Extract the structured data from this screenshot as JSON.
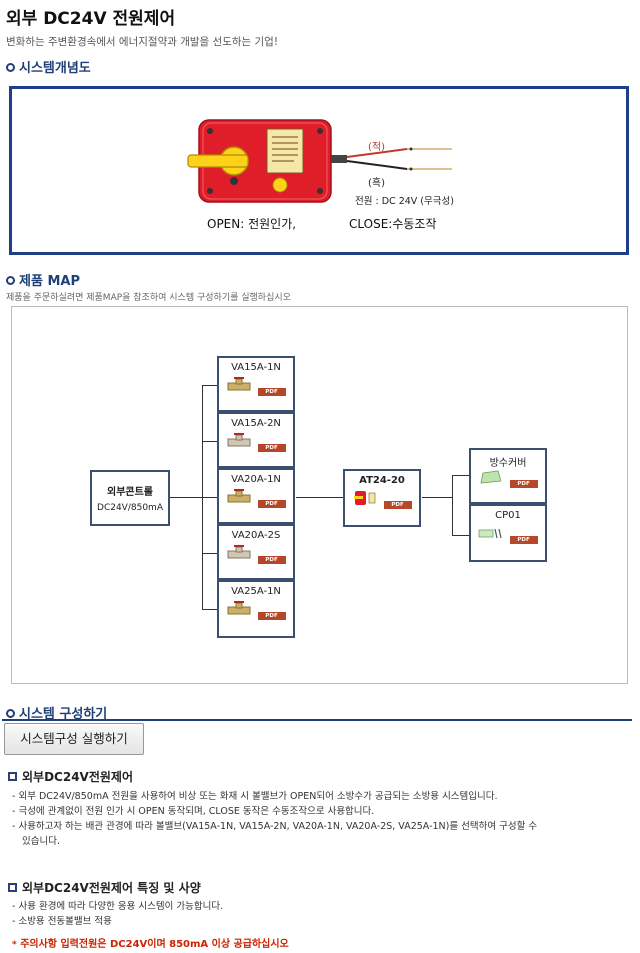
{
  "header": {
    "title": "외부 DC24V 전원제어",
    "subtitle": "변화하는 주변환경속에서 에너지절약과 개발을 선도하는 기업!"
  },
  "concept": {
    "heading": "시스템개념도",
    "red_wire": "(적)",
    "black_wire": "(흑)",
    "power": "전원 : DC 24V (무극성)",
    "open_label": "OPEN: 전원인가,",
    "close_label": "CLOSE:수동조작"
  },
  "map": {
    "heading": "제품 MAP",
    "desc": "제품을 주문하실려면 제품MAP을 참조하여 시스템 구성하기를 실행하십시오",
    "controller": {
      "line1": "외부콘트롤",
      "line2": "DC24V/850mA"
    },
    "valves": [
      {
        "name": "VA15A-1N",
        "pdf": "PDF"
      },
      {
        "name": "VA15A-2N",
        "pdf": "PDF"
      },
      {
        "name": "VA20A-1N",
        "pdf": "PDF"
      },
      {
        "name": "VA20A-2S",
        "pdf": "PDF"
      },
      {
        "name": "VA25A-1N",
        "pdf": "PDF"
      }
    ],
    "actuator": {
      "name": "AT24-20",
      "pdf": "PDF"
    },
    "accessories": [
      {
        "name": "방수커버",
        "pdf": "PDF"
      },
      {
        "name": "CP01",
        "pdf": "PDF"
      }
    ]
  },
  "config": {
    "heading": "시스템 구성하기",
    "button": "시스템구성 실행하기"
  },
  "section1": {
    "heading": "외부DC24V전원제어",
    "items": [
      "- 외부 DC24V/850mA 전원을 사용하여 비상 또는 화재 시 볼밸브가 OPEN되어 소방수가 공급되는 소방용 시스템입니다.",
      "- 극성에 관계없이 전원 인가 시 OPEN 동작되며, CLOSE 동작은 수동조작으로 사용합니다.",
      "- 사용하고자 하는 배관 관경에 따라 볼밸브(VA15A-1N, VA15A-2N, VA20A-1N, VA20A-2S, VA25A-1N)를 선택하여 구성할 수",
      "  있습니다."
    ]
  },
  "section2": {
    "heading": "외부DC24V전원제어 특징 및 사양",
    "items": [
      "- 사용 환경에 따라 다양한 응용 시스템이 가능합니다.",
      "- 소방용 전동볼밸브 적용"
    ],
    "warning": "주의사항   입력전원은 DC24V이며 850mA 이상 공급하십시오"
  }
}
